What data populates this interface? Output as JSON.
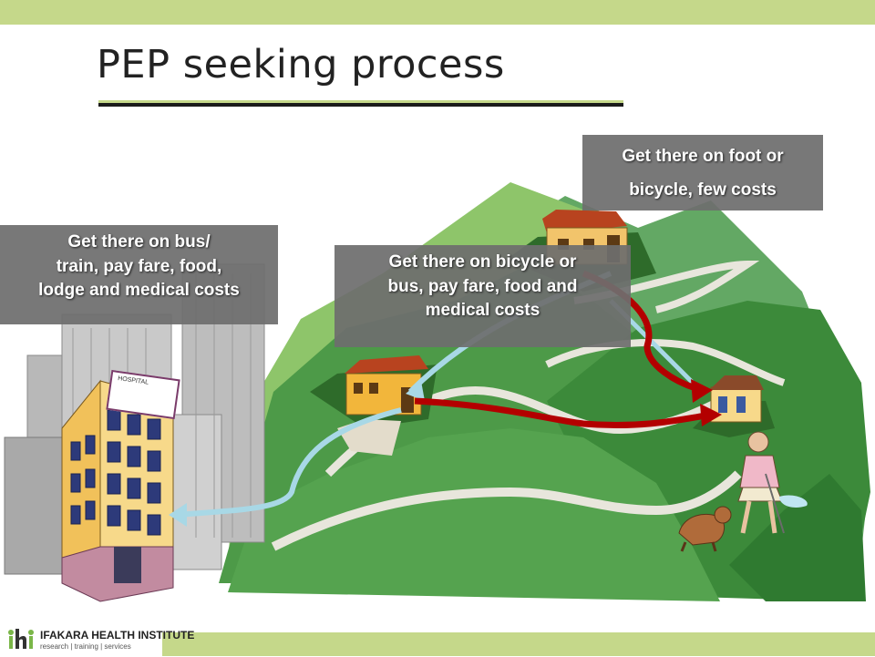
{
  "slide": {
    "title": "PEP seeking process",
    "colors": {
      "accent_bar": "#c5d88a",
      "callout_bg": "#6e6e6e",
      "hill_green": "#3f8f3c",
      "path_red": "#b30000",
      "path_blue": "#a8d8e6"
    }
  },
  "callouts": {
    "bus": {
      "line1": "Get there on bus/",
      "line2": "train, pay fare, food,",
      "line3": "lodge and medical costs"
    },
    "bicycle": {
      "line1": "Get there on bicycle or",
      "line2": "bus, pay fare, food and",
      "line3": "medical costs"
    },
    "foot": {
      "line1": "Get there on foot or",
      "line2": "bicycle, few costs"
    }
  },
  "hospital": {
    "sign_text": "HOSPITAL"
  },
  "logo": {
    "name": "IFAKARA HEALTH INSTITUTE",
    "tagline": "research | training | services",
    "mark": "ihi"
  }
}
